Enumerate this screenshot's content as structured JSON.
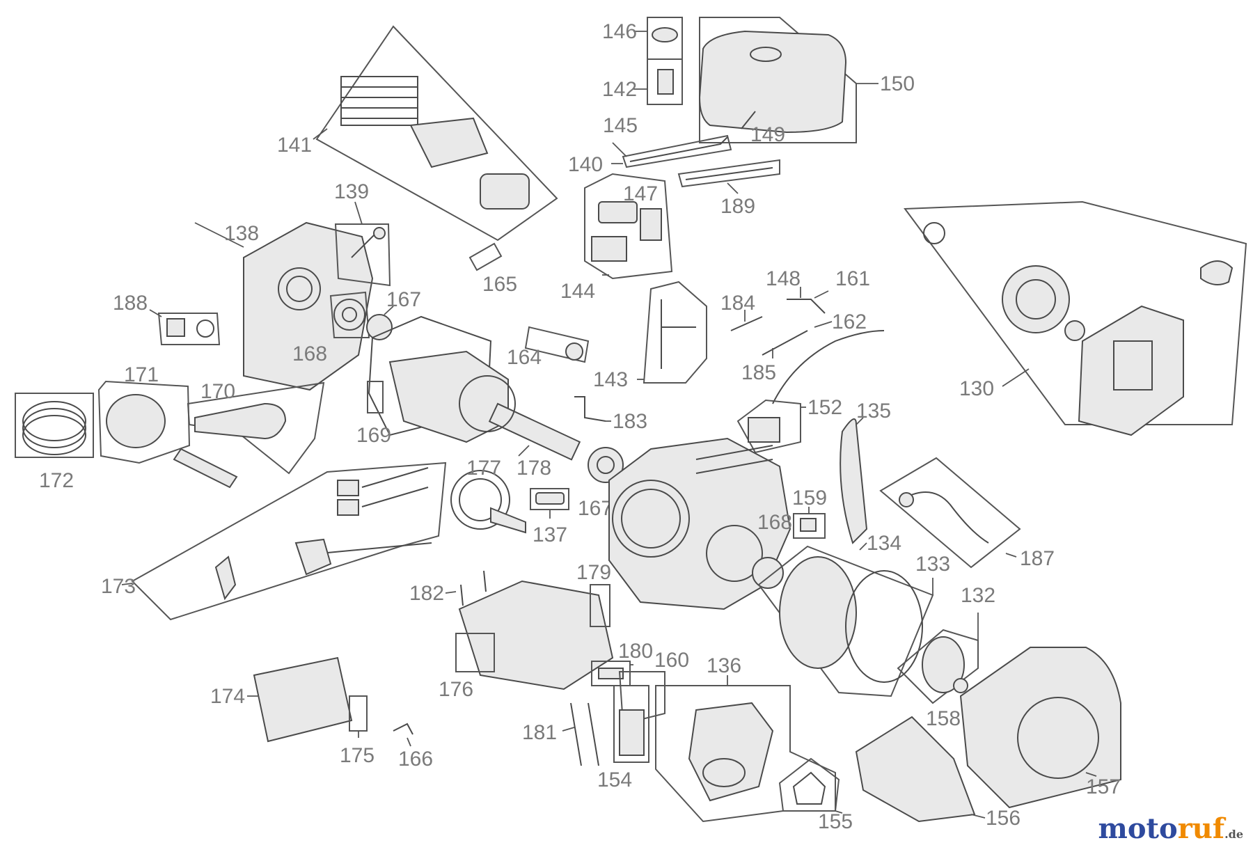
{
  "labels": {
    "l130": "130",
    "l132": "132",
    "l133": "133",
    "l134": "134",
    "l135": "135",
    "l136": "136",
    "l137": "137",
    "l138": "138",
    "l139": "139",
    "l140": "140",
    "l141": "141",
    "l142": "142",
    "l143": "143",
    "l144": "144",
    "l145": "145",
    "l146": "146",
    "l147": "147",
    "l148": "148",
    "l149": "149",
    "l150": "150",
    "l152": "152",
    "l154": "154",
    "l155": "155",
    "l156": "156",
    "l157": "157",
    "l158": "158",
    "l159": "159",
    "l160": "160",
    "l161": "161",
    "l162": "162",
    "l164": "164",
    "l165": "165",
    "l166": "166",
    "l167a": "167",
    "l167b": "167",
    "l168a": "168",
    "l168b": "168",
    "l169": "169",
    "l170": "170",
    "l171": "171",
    "l172": "172",
    "l173": "173",
    "l174": "174",
    "l175": "175",
    "l176": "176",
    "l177": "177",
    "l178": "178",
    "l179": "179",
    "l180": "180",
    "l181": "181",
    "l182": "182",
    "l183": "183",
    "l184": "184",
    "l185": "185",
    "l187": "187",
    "l188": "188",
    "l189": "189"
  },
  "watermark": {
    "moto": "moto",
    "ruf": "ruf",
    "de": ".de"
  },
  "colors": {
    "label": "#7a7a7a",
    "line": "#4a4a4a",
    "moto": "#2e4a9e",
    "ruf": "#f08a00"
  }
}
